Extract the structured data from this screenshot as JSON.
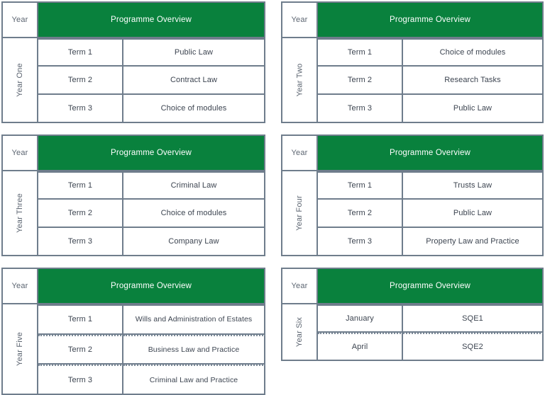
{
  "page": {
    "title": "Programme Overview",
    "accent_green": "#09813d",
    "border_gray": "#6f7d8c",
    "text_gray": "#5c6571",
    "text_dark": "#3c4450"
  },
  "labels": {
    "year_header": "Year",
    "banner": "Programme Overview"
  },
  "tables": [
    {
      "id": "t-year-one",
      "year_header": "Year",
      "banner": "Programme Overview",
      "year_label": "Year One",
      "dotted": false,
      "rows": [
        {
          "term": "Term 1",
          "subject": "Public Law"
        },
        {
          "term": "Term 2",
          "subject": "Contract Law"
        },
        {
          "term": "Term 3",
          "subject": "Choice of modules"
        }
      ]
    },
    {
      "id": "t-year-two",
      "year_header": "Year",
      "banner": "Programme Overview",
      "year_label": "Year Two",
      "dotted": false,
      "rows": [
        {
          "term": "Term 1",
          "subject": "Choice of modules"
        },
        {
          "term": "Term 2",
          "subject": "Research Tasks"
        },
        {
          "term": "Term 3",
          "subject": "Public Law"
        }
      ]
    },
    {
      "id": "t-year-three",
      "year_header": "Year",
      "banner": "Programme Overview",
      "year_label": "Year Three",
      "dotted": false,
      "rows": [
        {
          "term": "Term 1",
          "subject": "Criminal Law"
        },
        {
          "term": "Term 2",
          "subject": "Choice of modules"
        },
        {
          "term": "Term 3",
          "subject": "Company Law"
        }
      ]
    },
    {
      "id": "t-year-four",
      "year_header": "Year",
      "banner": "Programme Overview",
      "year_label": "Year Four",
      "dotted": false,
      "rows": [
        {
          "term": "Term 1",
          "subject": "Trusts Law"
        },
        {
          "term": "Term 2",
          "subject": "Public Law"
        },
        {
          "term": "Term 3",
          "subject": "Property Law and Practice"
        }
      ]
    },
    {
      "id": "t-year-five",
      "year_header": "Year",
      "banner": "Programme Overview",
      "year_label": "Year Five",
      "dotted": true,
      "rows": [
        {
          "term": "Term 1",
          "subject": "Wills and Administration of Estates"
        },
        {
          "term": "Term 2",
          "subject": "Business Law and Practice"
        },
        {
          "term": "Term 3",
          "subject": "Criminal Law and Practice"
        }
      ]
    },
    {
      "id": "t-year-six",
      "year_header": "Year",
      "banner": "Programme Overview",
      "year_label": "Year Six",
      "dotted": true,
      "rows": [
        {
          "term": "January",
          "subject": "SQE1"
        },
        {
          "term": "April",
          "subject": "SQE2"
        }
      ]
    }
  ]
}
